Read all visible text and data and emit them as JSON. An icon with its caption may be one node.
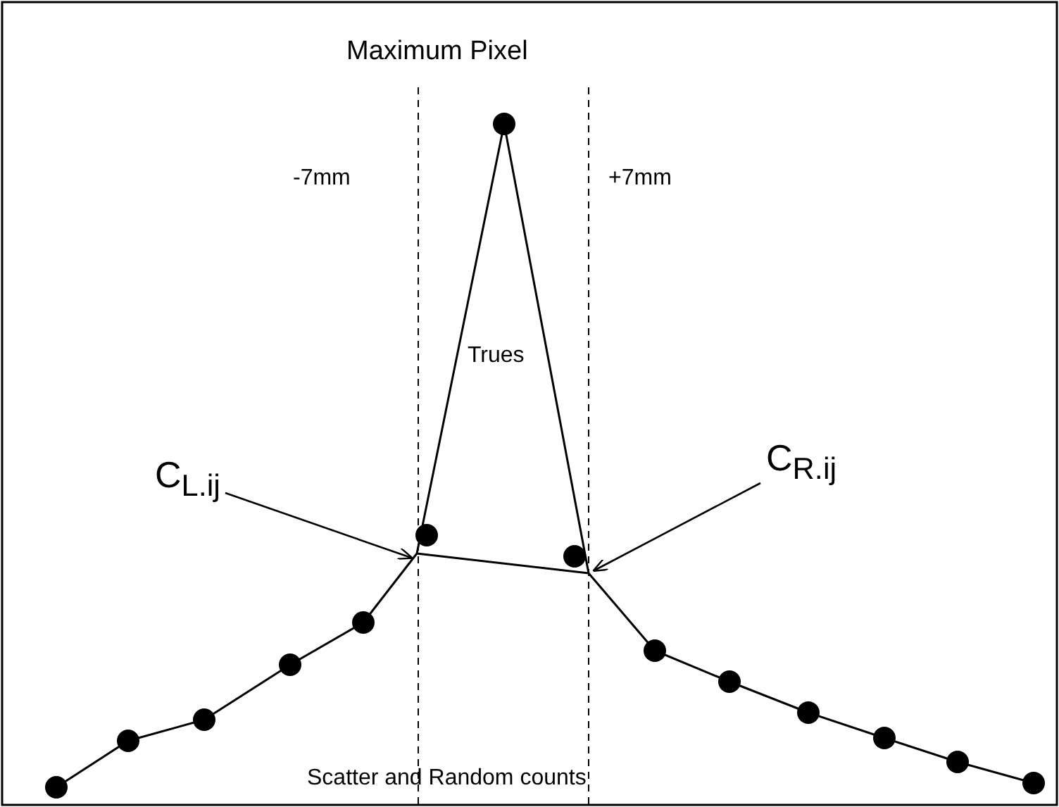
{
  "diagram": {
    "nodes": [
      {
        "text": [
          "C$_{L.ij}$"
        ]
      },
      {
        "text": [
          "C$_{R.ij}$"
        ]
      }
    ],
    "edges": [
      {
        "from": 0,
        "to": null,
        "arrow": "to"
      },
      {
        "from": 1,
        "to": null,
        "arrow": "to"
      }
    ],
    "labels": [
      "Maximum Pixel",
      "-7mm",
      "+7mm",
      "Trues",
      "Scatter and Random counts"
    ]
  }
}
